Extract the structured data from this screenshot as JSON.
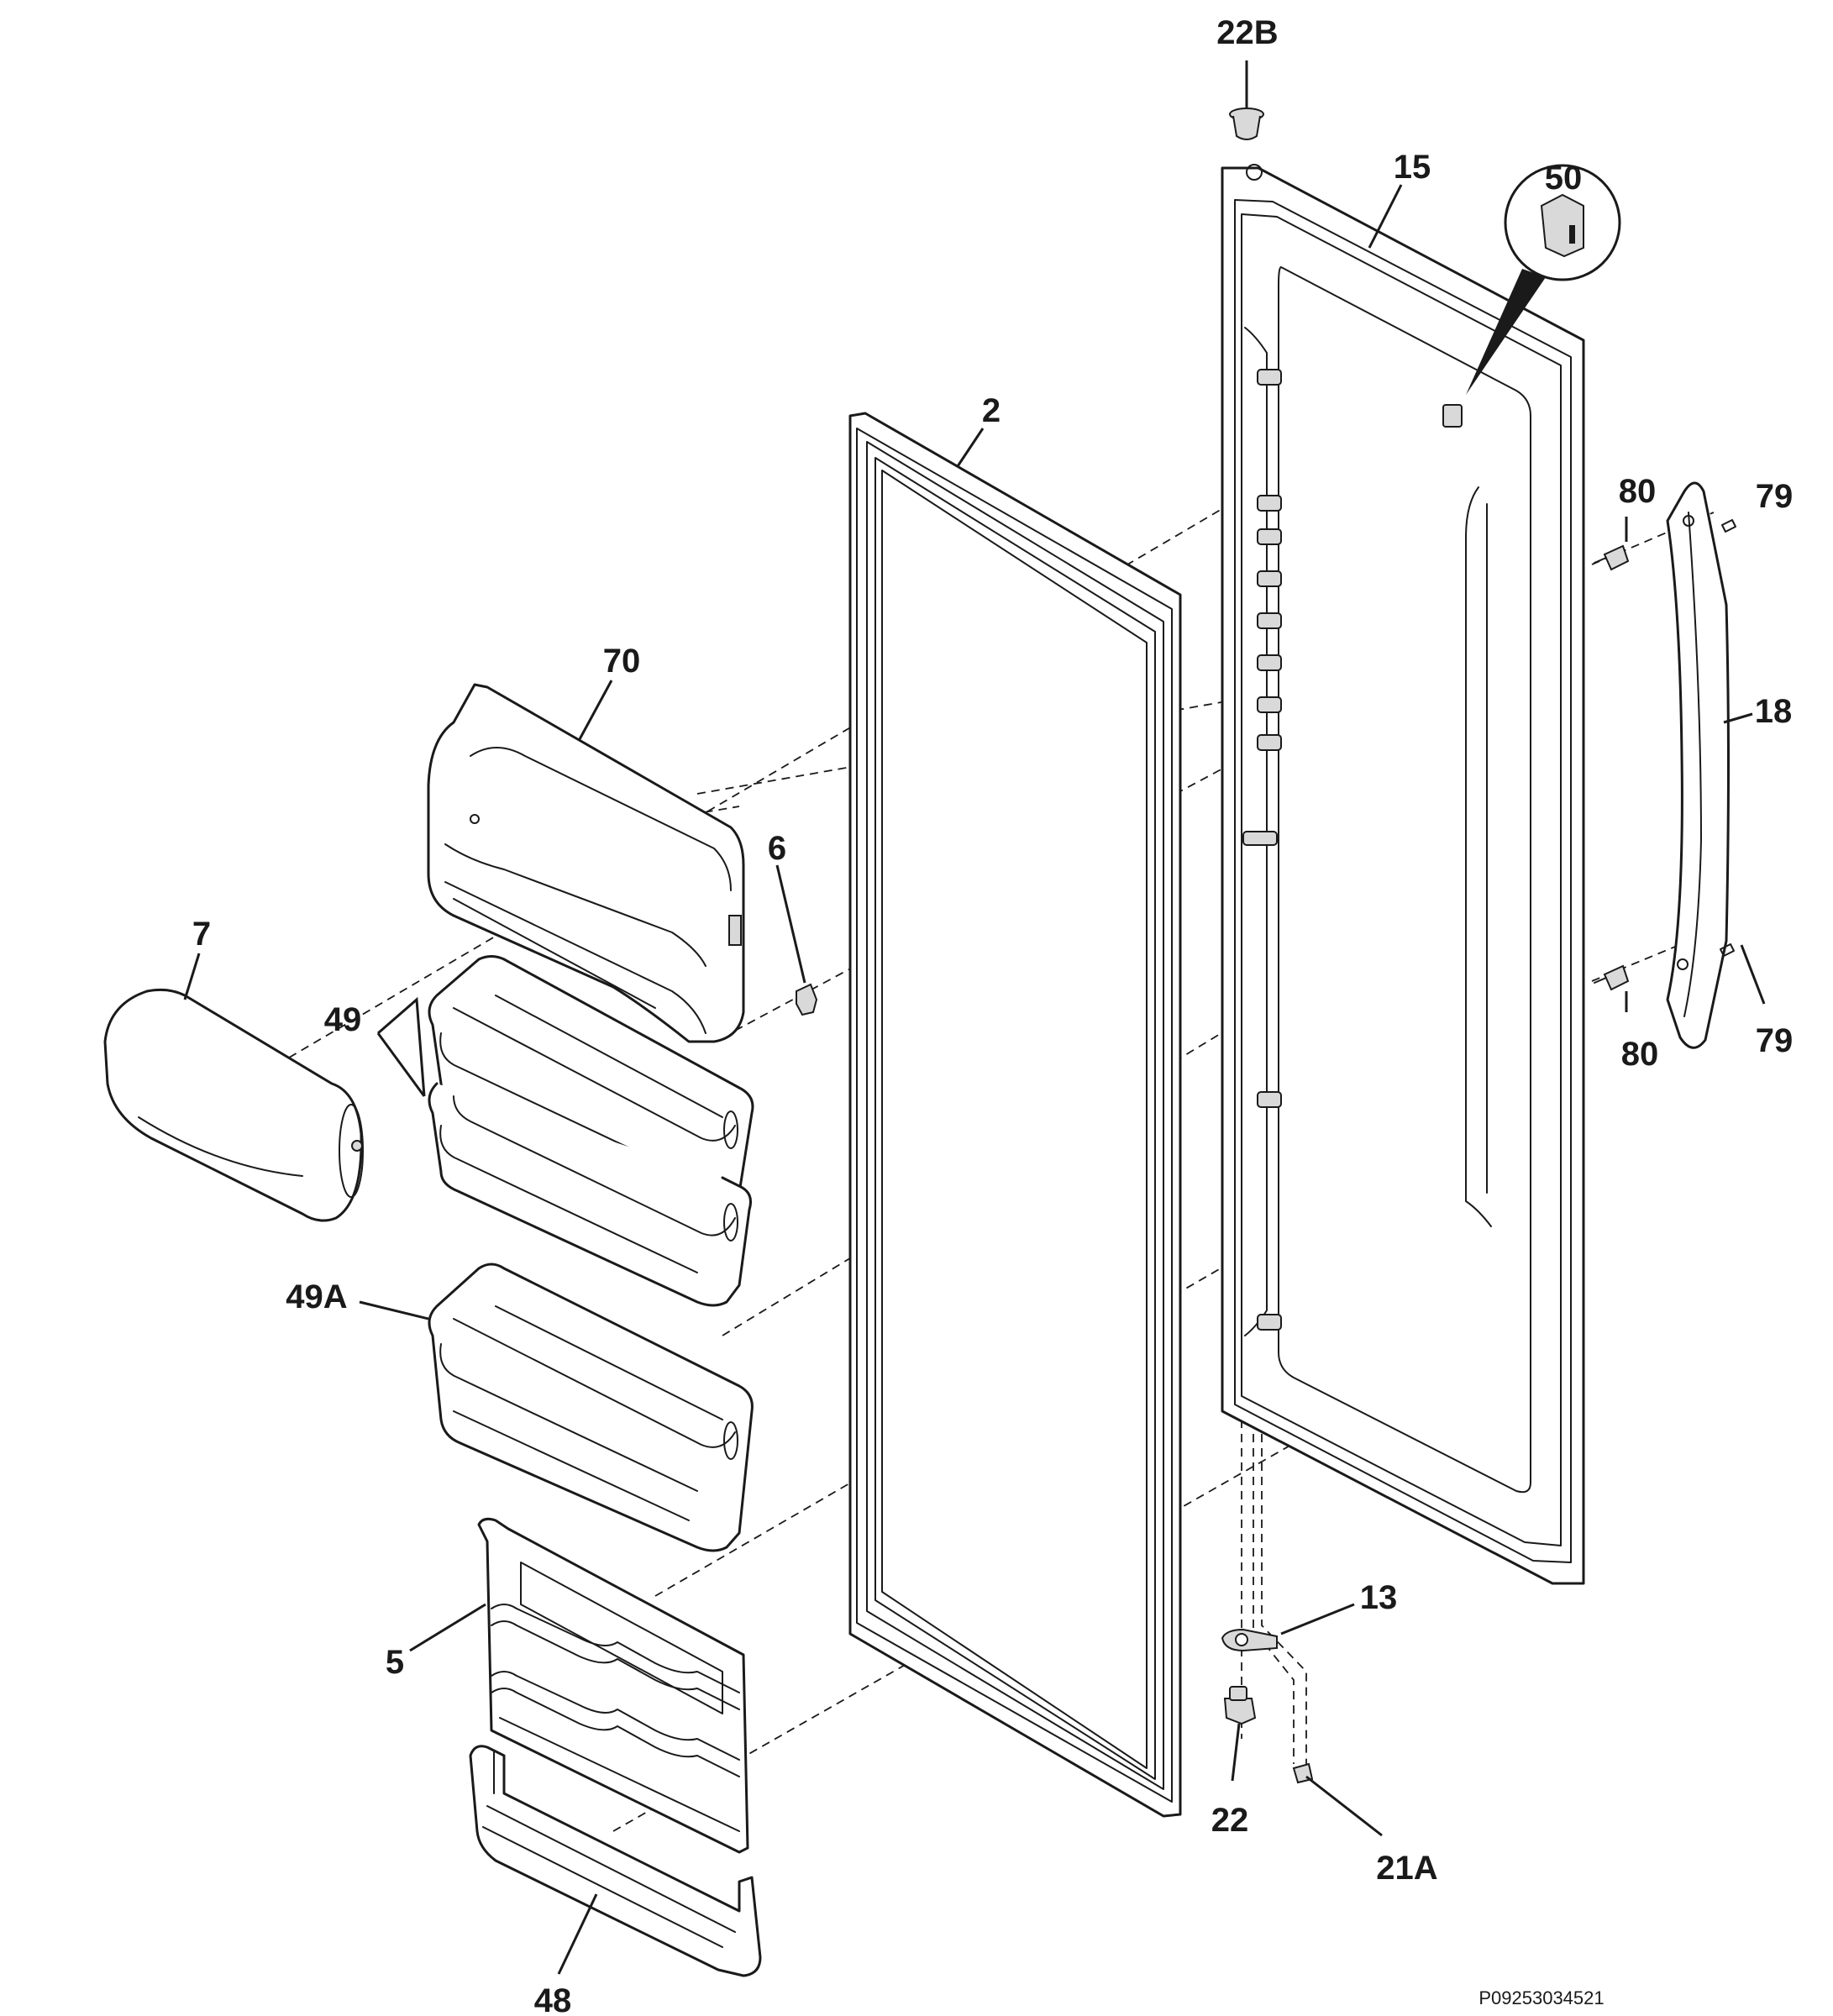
{
  "figure": {
    "drawing_code": "P09253034521"
  },
  "callouts": {
    "c_22B": "22B",
    "c_15": "15",
    "c_50": "50",
    "c_2": "2",
    "c_80_top": "80",
    "c_79_top": "79",
    "c_18": "18",
    "c_70": "70",
    "c_6": "6",
    "c_7": "7",
    "c_49": "49",
    "c_80_bottom": "80",
    "c_79_bottom": "79",
    "c_49A": "49A",
    "c_13": "13",
    "c_5": "5",
    "c_22": "22",
    "c_21A": "21A",
    "c_48": "48"
  },
  "icons": [
    "door-liner",
    "door-gasket",
    "dairy-door",
    "shelf-bin",
    "egg-tray",
    "handle",
    "hinge",
    "screw",
    "bushing",
    "clip"
  ]
}
